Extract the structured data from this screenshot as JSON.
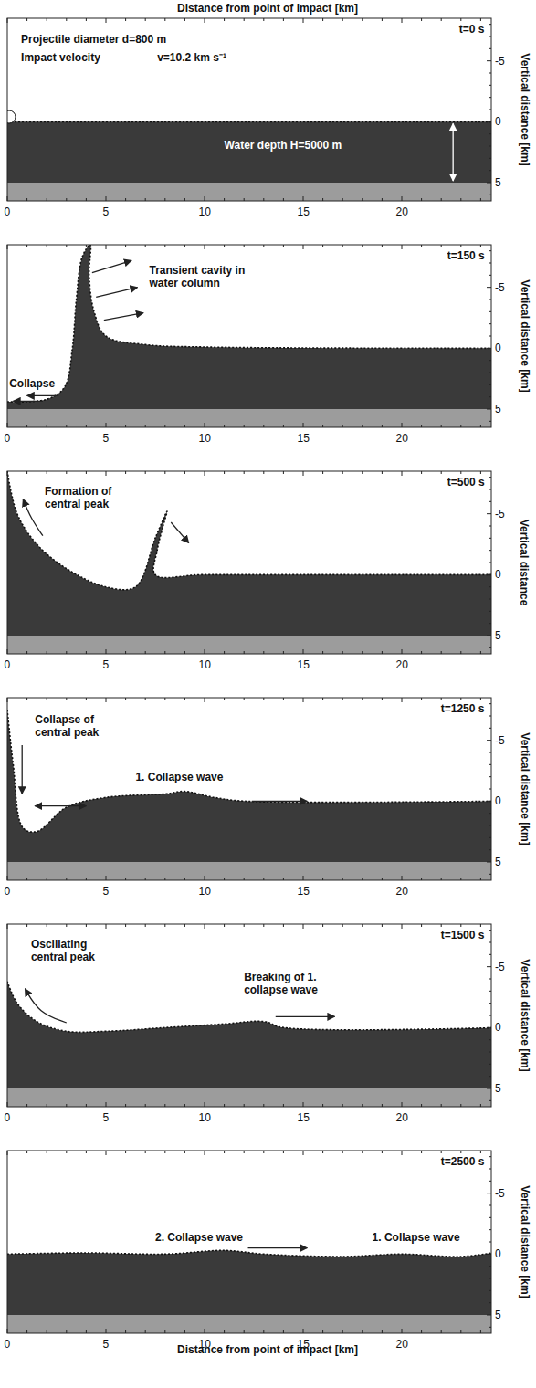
{
  "diagram": {
    "labels": [
      "Distance from point of impact [km]",
      "t=0 s",
      "Projectile diameter d=800 m",
      "Impact velocity",
      "v=10.2 km s⁻¹",
      "Water depth H=5000 m",
      "0",
      "5",
      "10",
      "15",
      "20",
      "-5",
      "0",
      "5",
      "Vertical distance [km]",
      "t=150 s",
      "Transient cavity in water column",
      "Collapse",
      "0",
      "5",
      "10",
      "15",
      "20",
      "-5",
      "0",
      "5",
      "Vertical distance [km]",
      "t=500 s",
      "Formation of central peak",
      "0",
      "5",
      "10",
      "15",
      "20",
      "-5",
      "0",
      "5",
      "Vertical distance",
      "t=1250 s",
      "Collapse of central peak",
      "1. Collapse wave",
      "0",
      "5",
      "10",
      "15",
      "20",
      "-5",
      "0",
      "5",
      "Vertical distance [km]",
      "t=1500 s",
      "Oscillating central peak",
      "Breaking of 1. collapse wave",
      "0",
      "5",
      "10",
      "15",
      "20",
      "-5",
      "0",
      "5",
      "Vertical distance [km]",
      "t=2500 s",
      "2. Collapse wave",
      "1. Collapse wave",
      "0",
      "5",
      "10",
      "15",
      "20",
      "-5",
      "0",
      "5",
      "Vertical distance [km]",
      "Distance from point of impact [km]"
    ]
  }
}
